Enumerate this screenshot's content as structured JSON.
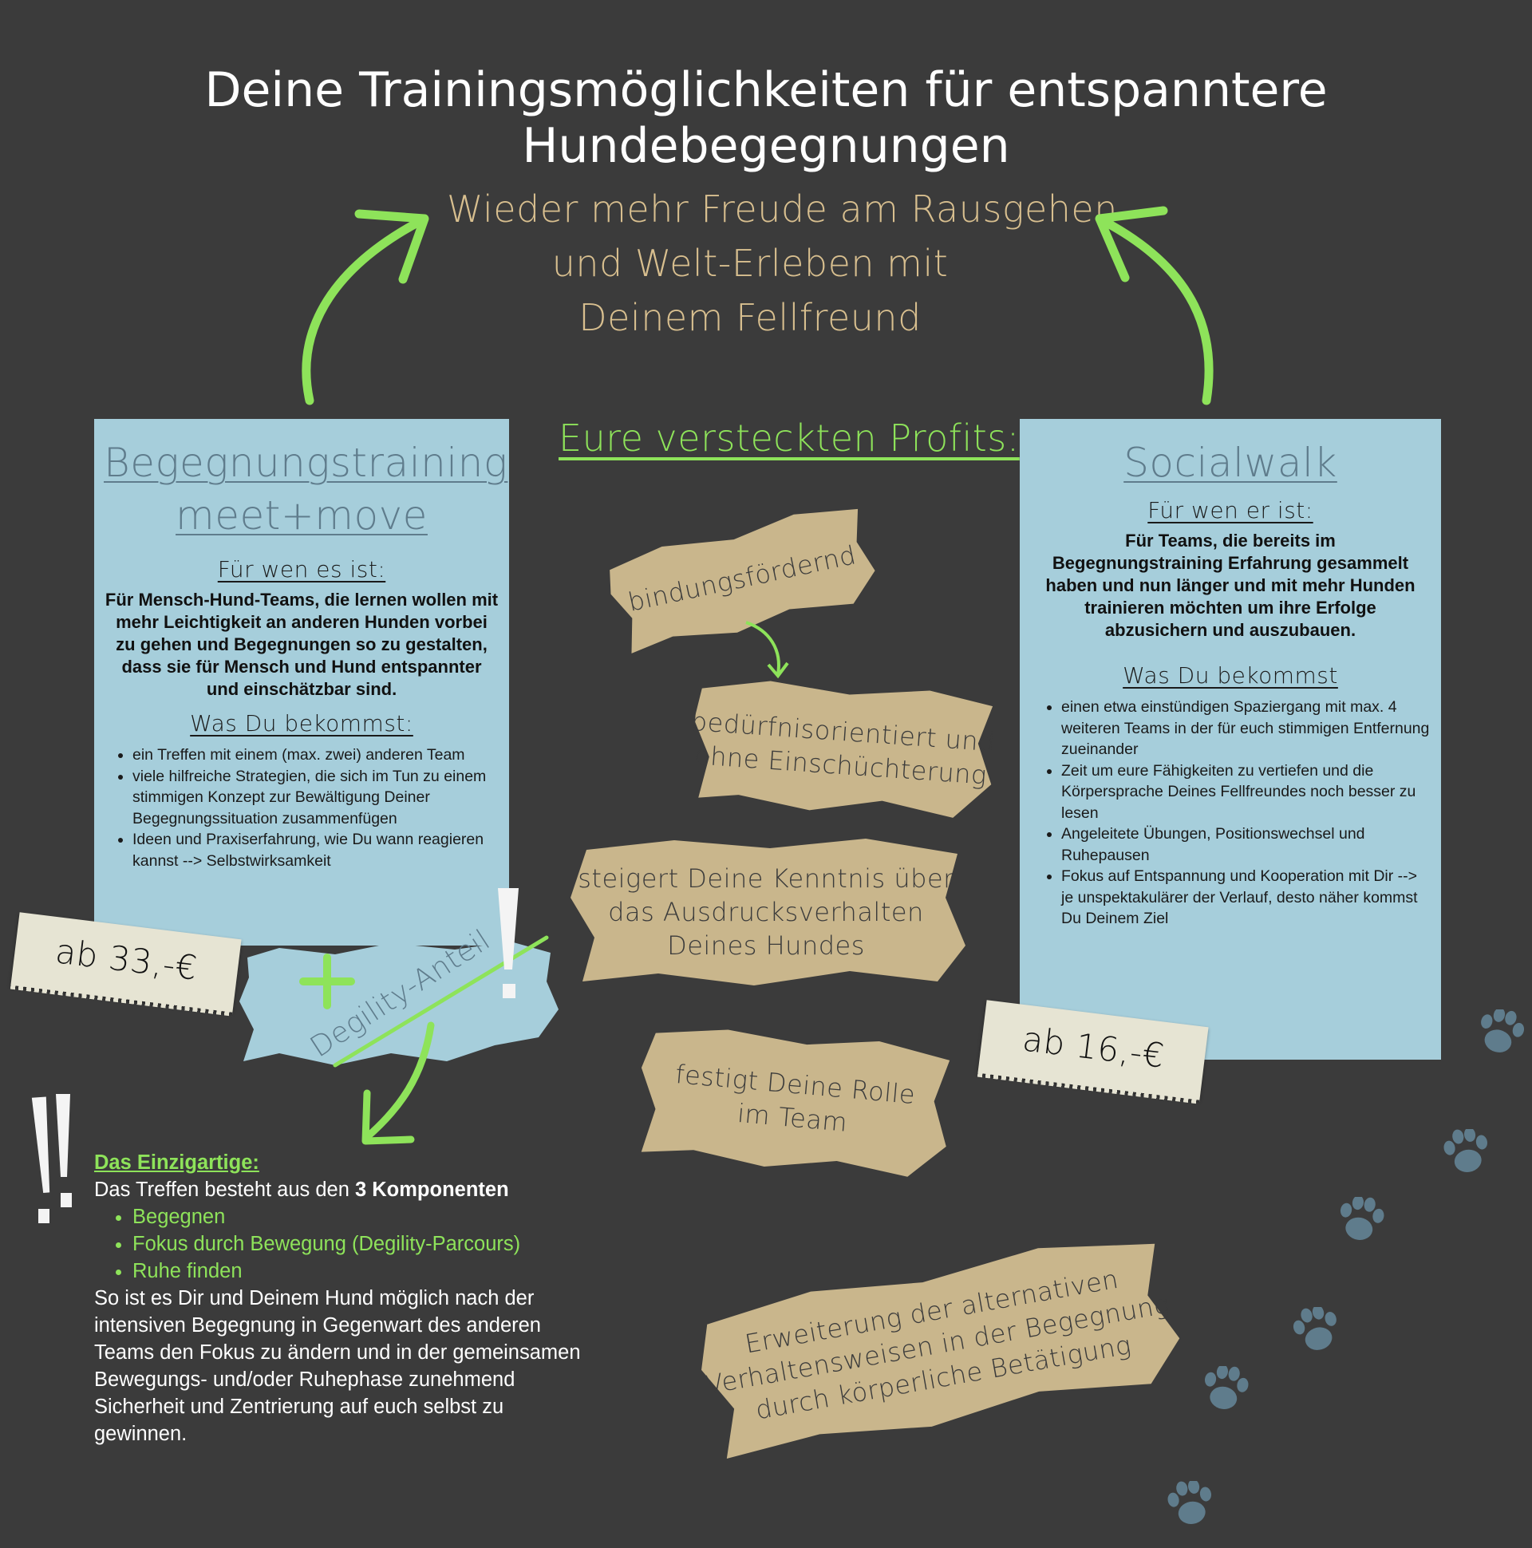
{
  "title": "Deine Trainingsmöglichkeiten für entspanntere Hundebegegnungen",
  "goal": {
    "lines": [
      "Wieder mehr Freude am Rausgehen",
      "und Welt-Erleben mit",
      "Deinem Fellfreund"
    ]
  },
  "left_card": {
    "title_line1": "Begegnungstraining",
    "title_line2": "meet+move",
    "for_whom_heading": "Für wen es ist:",
    "for_whom_text": "Für Mensch-Hund-Teams, die lernen wollen mit mehr Leichtigkeit an anderen Hunden vorbei zu gehen und Begegnungen so zu gestalten, dass sie für Mensch und Hund entspannter und einschätzbar sind.",
    "what_heading": "Was Du bekommst:",
    "items": [
      "ein Treffen mit einem (max. zwei) anderen Team",
      "viele hilfreiche Strategien, die sich im Tun zu einem stimmigen Konzept zur Bewältigung Deiner Begegnungssituation zusammenfügen",
      "Ideen und Praxiserfahrung, wie Du wann reagieren kannst --> Selbstwirksamkeit"
    ],
    "price": "ab 33,-€"
  },
  "degility": {
    "plus": "+",
    "label": "Degility-Anteil"
  },
  "right_card": {
    "title": "Socialwalk",
    "for_whom_heading": "Für wen er ist:",
    "for_whom_text": "Für Teams, die bereits im Begegnungstraining Erfahrung gesammelt haben und nun länger und mit mehr Hunden trainieren möchten um ihre Erfolge abzusichern und auszubauen.",
    "what_heading": "Was Du bekommst",
    "items": [
      "einen etwa einstündigen Spaziergang mit max. 4 weiteren Teams in der für euch stimmigen Entfernung zueinander",
      "Zeit um eure Fähigkeiten zu vertiefen und die Körpersprache Deines Fellfreundes noch besser zu lesen",
      "Angeleitete Übungen, Positionswechsel und Ruhepausen",
      "Fokus auf Entspannung und Kooperation mit Dir --> je unspektakulärer der Verlauf, desto näher kommst Du Deinem Ziel"
    ],
    "price": "ab 16,-€"
  },
  "profits": {
    "title": "Eure versteckten Profits:",
    "b1": [
      "bindungsfördernd"
    ],
    "b2": [
      "bedürfnisorientiert und",
      "ohne Einschüchterung"
    ],
    "b3": [
      "steigert Deine Kenntnis über",
      "das Ausdrucksverhalten",
      "Deines Hundes"
    ],
    "b4": [
      "festigt Deine Rolle",
      "im Team"
    ],
    "b5": [
      "Erweiterung der alternativen",
      "Verhaltensweisen in der Begegnung",
      "durch körperliche Betätigung"
    ]
  },
  "unique": {
    "title": "Das Einzigartige:",
    "intro_prefix": "Das Treffen besteht aus den ",
    "intro_bold": "3 Komponenten",
    "components": [
      "Begegnen",
      "Fokus durch Bewegung (Degility-Parcours)",
      "Ruhe finden"
    ],
    "body": "So ist es Dir und Deinem Hund möglich nach der intensiven Begegnung in Gegenwart des anderen Teams den Fokus zu ändern und in der gemeinsamen Bewegungs- und/oder Ruhephase  zunehmend Sicherheit und Zentrierung auf euch selbst zu gewinnen."
  },
  "colors": {
    "background": "#3b3b3b",
    "card": "#a6cedb",
    "brush": "#c9b68c",
    "accent_green": "#8ee35a",
    "goal_text": "#d8bf8f",
    "paw": "#5f7c8c"
  }
}
